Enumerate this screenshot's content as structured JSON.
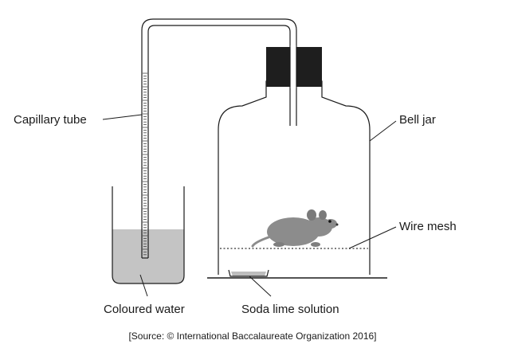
{
  "labels": {
    "capillary_tube": "Capillary tube",
    "bell_jar": "Bell jar",
    "wire_mesh": "Wire mesh",
    "coloured_water": "Coloured water",
    "soda_lime": "Soda lime solution"
  },
  "source": "[Source: © International Baccalaureate Organization 2016]",
  "colors": {
    "line": "#1a1a1a",
    "water": "#c4c4c4",
    "stopper": "#1e1e1e",
    "mouse": "#8c8c8c"
  }
}
